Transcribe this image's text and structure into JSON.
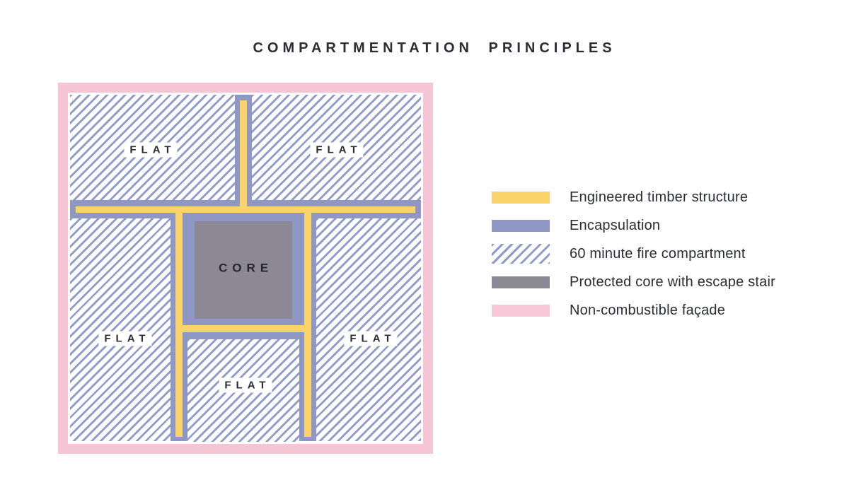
{
  "title": "COMPARTMENTATION PRINCIPLES",
  "plan": {
    "rooms": [
      "FLAT",
      "FLAT",
      "FLAT",
      "FLAT",
      "FLAT"
    ],
    "core_label": "CORE"
  },
  "legend": {
    "items": [
      {
        "label": "Engineered timber structure",
        "swatch_style": "solid",
        "swatch_color": "#fad36a"
      },
      {
        "label": "Encapsulation",
        "swatch_style": "solid",
        "swatch_color": "#8f97c4"
      },
      {
        "label": "60 minute fire compartment",
        "swatch_style": "diagonal-hatch",
        "swatch_color": "#8e9ac9"
      },
      {
        "label": "Protected core with escape stair",
        "swatch_style": "solid",
        "swatch_color": "#8c8994"
      },
      {
        "label": "Non-combustible façade",
        "swatch_style": "solid",
        "swatch_color": "#f7c9d8"
      }
    ]
  },
  "colors": {
    "timber_yellow": "#fad36a",
    "encapsulation_blue": "#8f97c4",
    "hatch_line_blue": "#8e9ac9",
    "core_gray": "#8c8994",
    "facade_pink": "#f6c5d5",
    "text_dark": "#2b2d33",
    "background": "#ffffff"
  }
}
